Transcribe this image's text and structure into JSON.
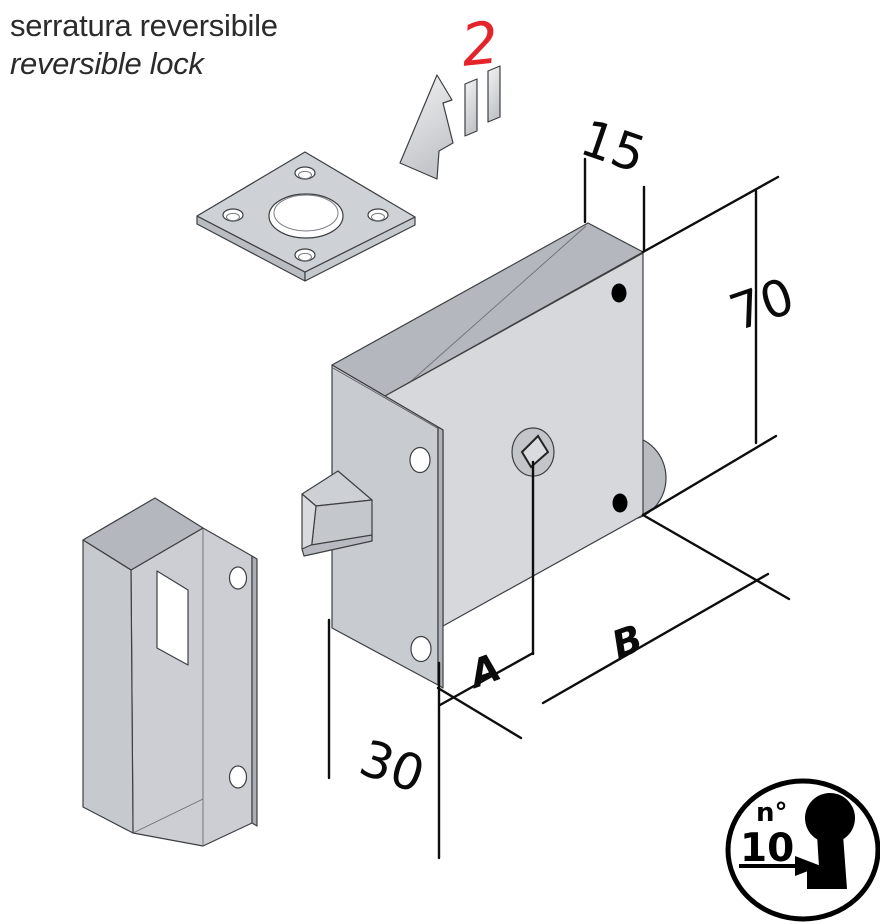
{
  "title": {
    "line1": "serratura reversibile",
    "line2": "reversible lock"
  },
  "step_marker": {
    "number": "2"
  },
  "dimensions": {
    "case_thickness": "15",
    "case_height": "70",
    "case_depth": "30",
    "dim_a": "A",
    "dim_b": "B"
  },
  "badge": {
    "label_prefix": "n°",
    "label_value": "10"
  },
  "colors": {
    "accent_red": "#e4232b",
    "line": "#3d3f42",
    "face_light": "#d6d8db",
    "face_mid": "#c8cbd0",
    "face_dark": "#b4b7bd"
  }
}
